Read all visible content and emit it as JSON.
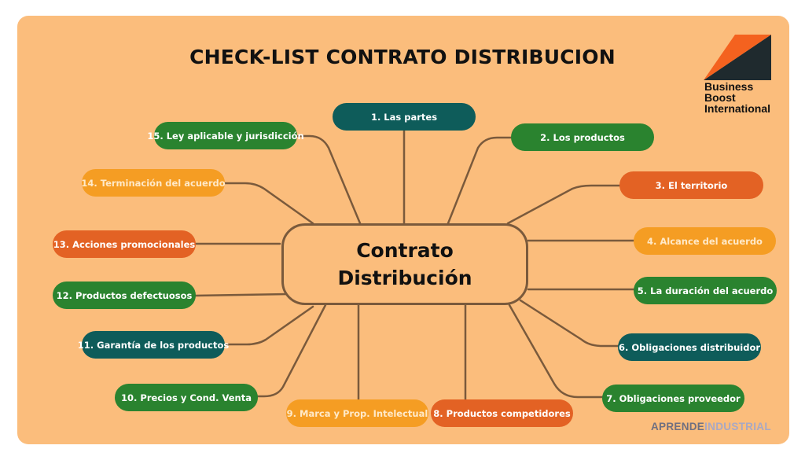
{
  "title": "CHECK-LIST CONTRATO DISTRIBUCION",
  "center_label": "Contrato\nDistribución",
  "nodes": [
    "1. Las partes",
    "2. Los productos",
    "3. El territorio",
    "4. Alcance del acuerdo",
    "5. La duración del acuerdo",
    "6. Obligaciones distribuidor",
    "7. Obligaciones proveedor",
    "8. Productos competidores",
    "9. Marca y Prop. Intelectual",
    "10. Precios y Cond. Venta",
    "11. Garantía de los productos",
    "12. Productos defectuosos",
    "13. Acciones promocionales",
    "14. Terminación del acuerdo",
    "15. Ley aplicable y jurisdicción"
  ],
  "logo": {
    "text": "Business\nBoost\nInternational",
    "colors": {
      "dark": "#1f2a2e",
      "orange": "#f4621f"
    }
  },
  "watermark": {
    "part1": "APRENDE",
    "part2": "INDUSTRIAL"
  },
  "colors": {
    "background": "#fbbd7c",
    "teal": "#0e5c5a",
    "green": "#2a832f",
    "orange": "#e36224",
    "amber": "#f59d23",
    "connector": "#7a5a3c"
  }
}
